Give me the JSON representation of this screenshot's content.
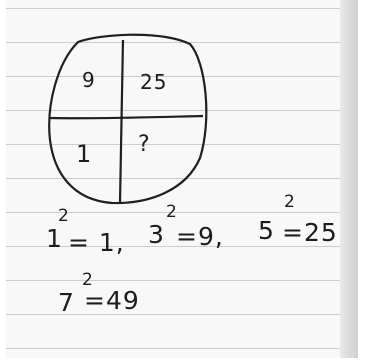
{
  "puzzle": {
    "top_left": "9",
    "top_right": "25",
    "bottom_left": "1",
    "bottom_right": "?"
  },
  "notes": {
    "line1": {
      "b1": "1",
      "e1": "2",
      "r1": "= 1,",
      "b2": "3",
      "e2": "2",
      "r2": "=9,",
      "b3": "5",
      "e3": "2",
      "r3": "=25"
    },
    "line2": {
      "b": "7",
      "e": "2",
      "r": "=49"
    }
  }
}
